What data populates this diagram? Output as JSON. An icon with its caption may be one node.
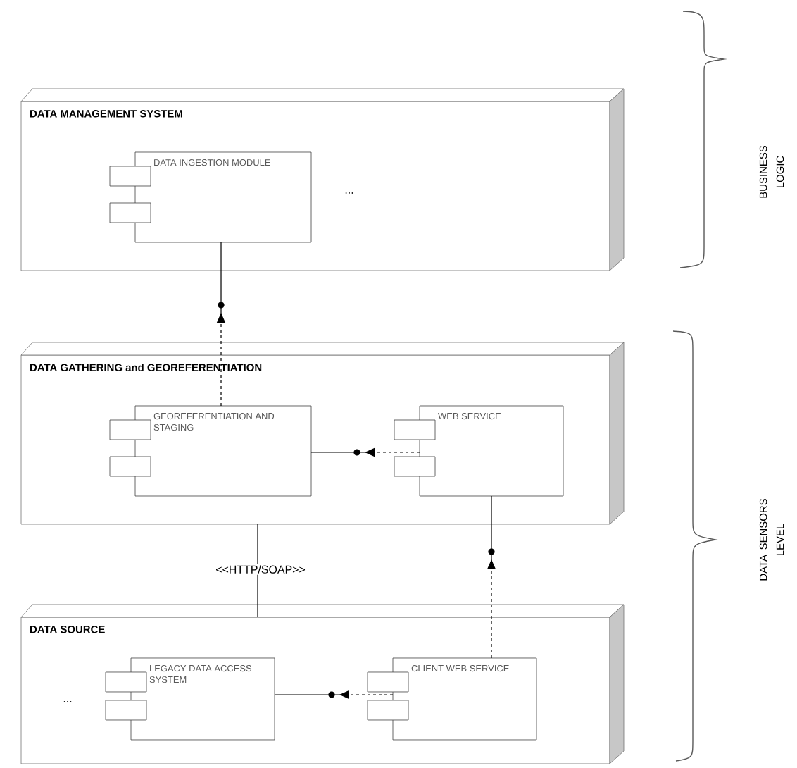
{
  "diagram": {
    "nodes": [
      {
        "text": [
          "DATA MANAGEMENT SYSTEM"
        ]
      },
      {
        "text": [
          "DATA INGESTION MODULE"
        ],
        "in": 0
      },
      {
        "text": [
          "DATA GATHERING and GEOREFERENTIATION"
        ]
      },
      {
        "text": [
          "GEOREFERENTIATION AND STAGING"
        ],
        "in": 2
      },
      {
        "text": [
          "WEB SERVICE"
        ],
        "in": 2
      },
      {
        "text": [
          "DATA SOURCE"
        ]
      },
      {
        "text": [
          "LEGACY DATA ACCESS SYSTEM"
        ],
        "in": 5
      },
      {
        "text": [
          "CLIENT WEB SERVICE"
        ],
        "in": 5
      }
    ],
    "edges": [
      {
        "from": 3,
        "to": 1,
        "arrow": "to",
        "style": "dashed"
      },
      {
        "from": 4,
        "to": 3,
        "arrow": "to",
        "style": "dashed"
      },
      {
        "from": 2,
        "to": 5,
        "arrow": "none",
        "label": "<<HTTP/SOAP>>"
      },
      {
        "from": 7,
        "to": 4,
        "arrow": "to",
        "style": "dashed"
      },
      {
        "from": 7,
        "to": 6,
        "arrow": "to",
        "style": "dashed"
      }
    ],
    "labels": [
      "...",
      "BUSINESS LOGIC",
      "DATA SENSORS LEVEL",
      "..."
    ]
  }
}
